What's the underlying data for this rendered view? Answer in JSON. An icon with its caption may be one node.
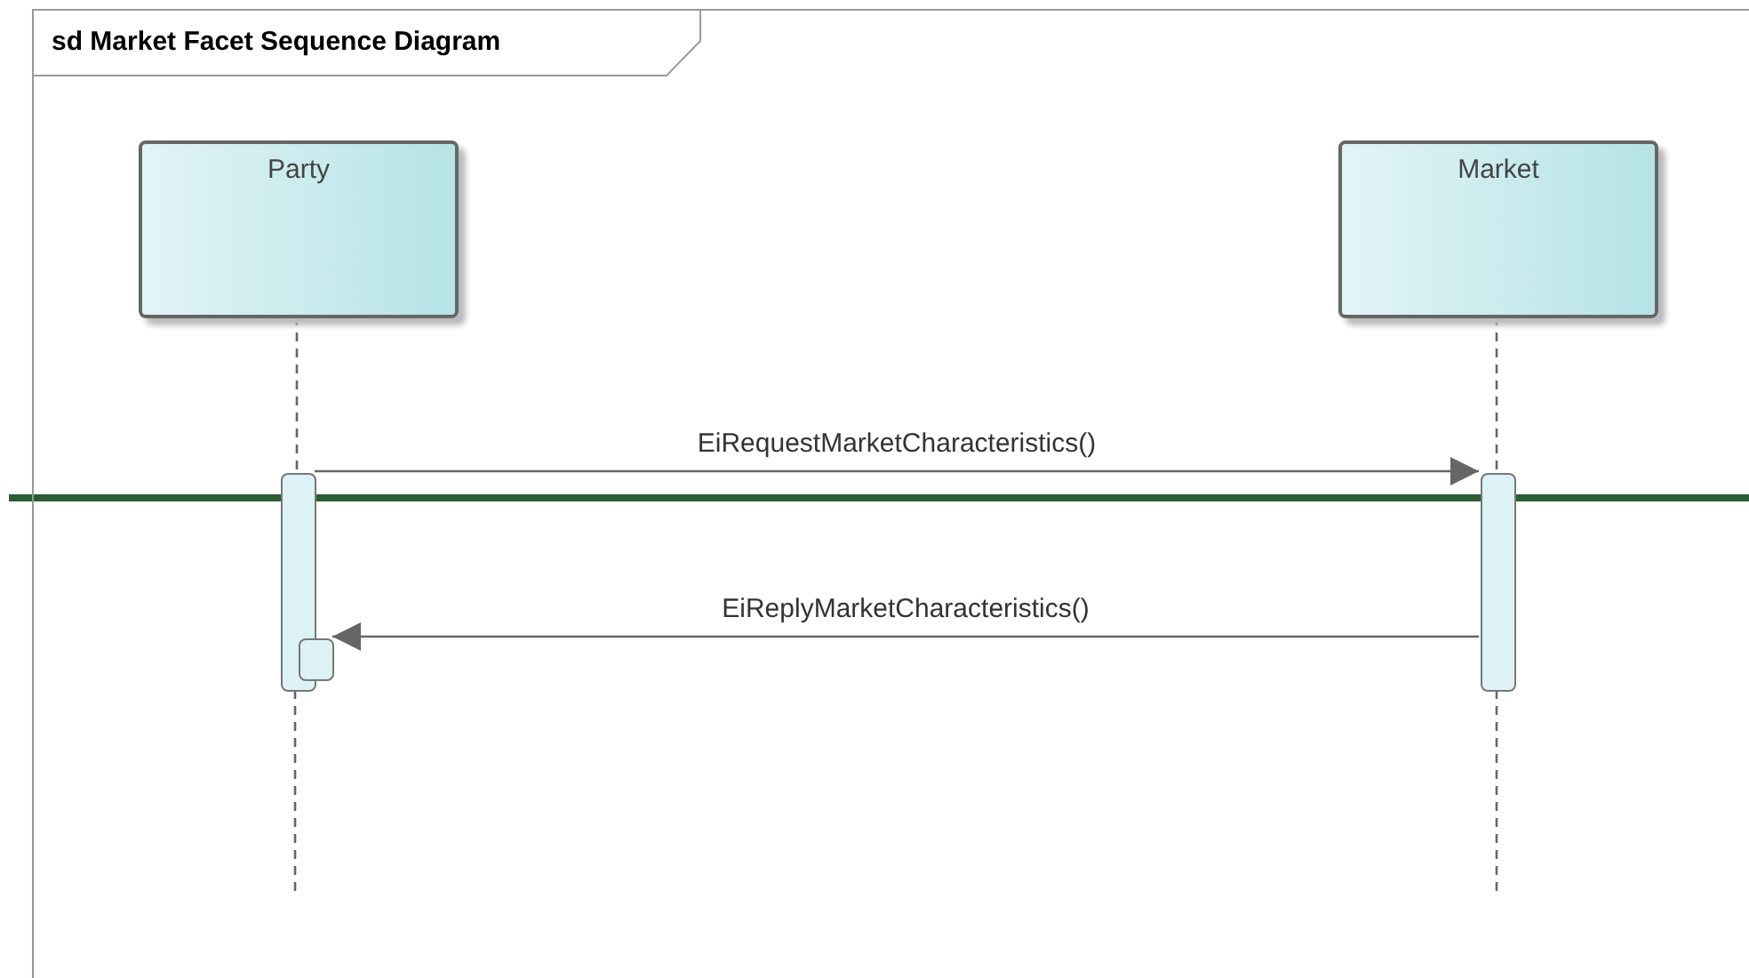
{
  "diagram": {
    "nodes": [
      {
        "text": [
          "sd Market Facet Sequence Diagram"
        ]
      },
      {
        "text": [
          "Party"
        ],
        "in": 0
      },
      {
        "text": [
          "Market"
        ],
        "in": 0
      },
      {
        "text": [],
        "shape": "bar",
        "in": 0
      },
      {
        "text": [],
        "shape": "bar",
        "in": 0
      },
      {
        "text": [],
        "shape": "bar",
        "in": 0
      }
    ],
    "edges": [
      {
        "from": 1,
        "to": 3,
        "arrow": "none",
        "style": "dashed"
      },
      {
        "from": 2,
        "to": 4,
        "arrow": "none",
        "style": "dashed"
      },
      {
        "from": 3,
        "to": 4,
        "arrow": "to",
        "label": "EiRequestMarketCharacteristics()"
      },
      {
        "from": 4,
        "to": 5,
        "arrow": "to",
        "label": "EiReplyMarketCharacteristics()"
      }
    ]
  }
}
